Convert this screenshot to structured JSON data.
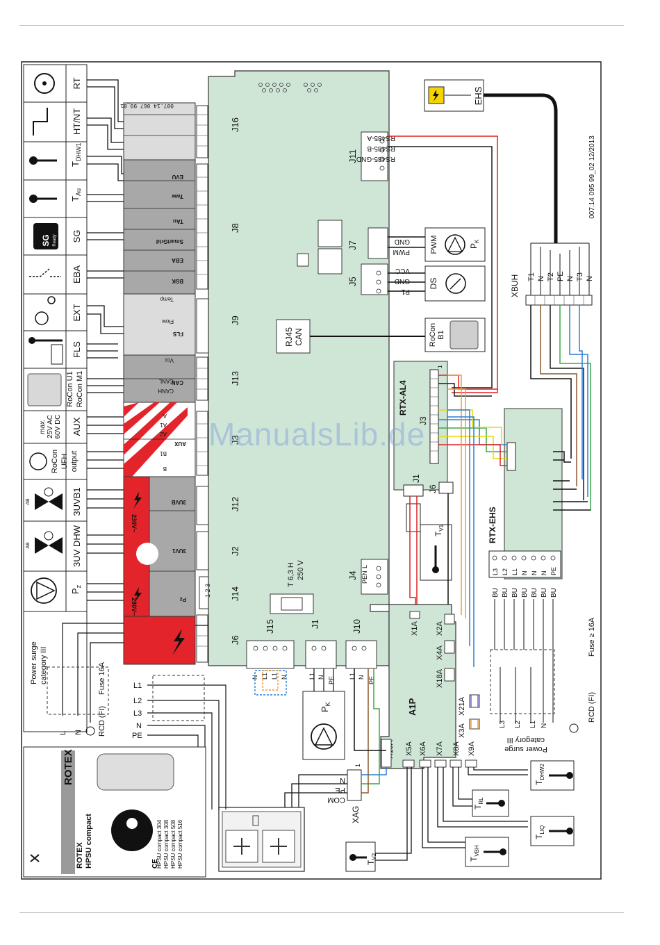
{
  "watermark": "ManualsLib.de",
  "doc_code": "007.14 095 99_02  12/2013",
  "label_code": "007.14 067 99_01",
  "sensors_left": [
    "RT",
    "HT/NT",
    "TDHW1",
    "TAu",
    "SG",
    "EBA",
    "EXT",
    "FLS",
    "RoCon U1 RoCon M1",
    "max. 25V AC 60V DC",
    "AUX",
    "RoCon UFH output",
    "3UVB1",
    "3UV DHW",
    "Pz"
  ],
  "left_labels": {
    "rt": "RT",
    "htnt": "HT/NT",
    "tdhw1": "T",
    "tdhw1_sub": "DHW1",
    "tau": "T",
    "tau_sub": "Au",
    "sg": "SG",
    "sg_badge": "SG",
    "sg_small": "Ready",
    "eba": "EBA",
    "ext": "EXT",
    "fls": "FLS",
    "rocon_u1": "RoCon U1",
    "rocon_m1": "RoCon M1",
    "aux_max1": "max.",
    "aux_max2": "25V AC",
    "aux_max3": "60V DC",
    "aux": "AUX",
    "ufh1": "RoCon",
    "ufh2": "UFH",
    "ufh3": "output",
    "uvb1": "3UVB1",
    "uvdhw": "3UV DHW",
    "pz": "P",
    "pz_sub": "z",
    "uvb1_ab": "AB",
    "uvdhw_ab": "AB"
  },
  "terminal_labels": {
    "evu": "EVU",
    "tww": "Tww",
    "tau": "TAu",
    "smartgrid": "SmartGrid",
    "eba": "EBA",
    "bsk": "BSK",
    "temp": "Temp",
    "flow": "Flow",
    "fls": "FLS",
    "vcc": "Vcc",
    "canl": "CANL",
    "canh": "CANH",
    "can": "CAN",
    "aux": "AUX",
    "a": "A",
    "a1": "A1",
    "a2": "A2",
    "b": "B",
    "b1": "B1",
    "uvb": "3UVB",
    "uv1": "3UV1",
    "pz": "Pz",
    "v230": "230V~",
    "n": "N",
    "l": "L",
    "plus": "+",
    "minus": "-",
    "one": "1",
    "two": "2"
  },
  "connectors": {
    "j16": "J16",
    "j8": "J8",
    "j9": "J9",
    "j13": "J13",
    "j3": "J3",
    "j12": "J12",
    "j2": "J2",
    "j14": "J14",
    "j6": "J6",
    "j15": "J15",
    "j1": "J1",
    "j10": "J10",
    "j11": "J11",
    "j7": "J7",
    "j5": "J5",
    "j4": "J4",
    "j14_pins": "1 2 3"
  },
  "board": {
    "rj45": "RJ45",
    "can": "CAN",
    "fuse1": "T 6,3 H",
    "fuse2": "250 V",
    "j4_pe": "PE",
    "j4_n": "N",
    "j4_l": "L",
    "j15_n": "N",
    "j15_l1": "L1",
    "j15_l2": "L1",
    "j15_n2": "N",
    "j1_l1": "L1",
    "j1_n": "N",
    "j1_pe": "PE",
    "j10_l1": "L1",
    "j10_n": "N",
    "j10_pe": "PE"
  },
  "right_top": {
    "ehs": "EHS",
    "rs485a": "RS485-A",
    "rs485b": "RS485-B",
    "rs485gnd": "RS485-GND",
    "gnd1": "GND",
    "pwm": "PWM",
    "pk": "P",
    "pk_sub": "K",
    "vcc": "VCC",
    "gnd2": "GND",
    "p1": "P1",
    "ds": "DS",
    "rocon": "RoCon",
    "b1": "B1"
  },
  "rtx_al4": {
    "title": "RTX-AL4",
    "j3": "J3",
    "j1": "J1",
    "j6": "J6",
    "one": "1",
    "tv1": "T",
    "tv1_sub": "V1"
  },
  "rtx_ehs": {
    "title": "RTX-EHS",
    "terminals": [
      "L3",
      "L2",
      "L1",
      "N",
      "N",
      "N",
      "PE"
    ]
  },
  "xbuh": {
    "title": "XBUH",
    "terminals": [
      "T1",
      "N",
      "T2",
      "PE",
      "N",
      "T3",
      "N"
    ]
  },
  "supply_right": {
    "bu": [
      "BU",
      "BU",
      "BU",
      "BU",
      "BU",
      "BU",
      "BU"
    ],
    "fuse": "Fuse ≥ 16A",
    "rcd": "RCD (FI)",
    "surge1": "Power surge",
    "surge2": "category III",
    "l3": "L3",
    "l2": "L2",
    "l1": "L1",
    "n": "N"
  },
  "supply_left": {
    "surge1": "Power surge",
    "surge2": "category III",
    "fuse": "Fuse 16A",
    "rcd": "RCD (FI)",
    "l": "L",
    "n": "N",
    "l1": "L1",
    "l2": "L2",
    "l3": "L3",
    "n2": "N",
    "pe": "PE"
  },
  "a1p": {
    "title": "A1P",
    "x1a": "X1A",
    "x2a": "X2A",
    "x4a": "X4A",
    "x18a": "X18A",
    "x21a": "X21A",
    "x3a": "X3A",
    "x19a": "X19A",
    "x5a": "X5A",
    "x6a": "X6A",
    "x7a": "X7A",
    "x8a": "X8A",
    "x9a": "X9A"
  },
  "sensors_bottom": {
    "tdhw2": "T",
    "tdhw2_sub": "DHW2",
    "trl": "T",
    "trl_sub": "RL",
    "tliq": "T",
    "tliq_sub": "LIQ",
    "tvbh": "T",
    "tvbh_sub": "VBH",
    "tv2": "T",
    "tv2_sub": "V2"
  },
  "xag": {
    "title": "XAG",
    "n": "N",
    "pe": "PE",
    "com": "COM",
    "one": "1",
    "pk": "P",
    "pk_sub": "K"
  },
  "product": {
    "brand": "ROTEX",
    "name1": "ROTEX",
    "name2": "HPSU compact",
    "models": [
      "HPSU compact 304",
      "HPSU compact 308",
      "HPSU compact 508",
      "HPSU compact 516"
    ],
    "ce": "CE"
  },
  "colors": {
    "board_green": "#cfe6d7",
    "grey_block": "#a8a8a8",
    "light_block": "#dcdcdc",
    "red_block": "#e3242b",
    "wire_red": "#e02020",
    "wire_orange": "#f39a2e",
    "wire_blue": "#2a7fd4",
    "wire_green": "#3aa845",
    "wire_yellow": "#e8d800",
    "wire_brown": "#8b5a2b",
    "wire_black": "#1a1a1a"
  }
}
